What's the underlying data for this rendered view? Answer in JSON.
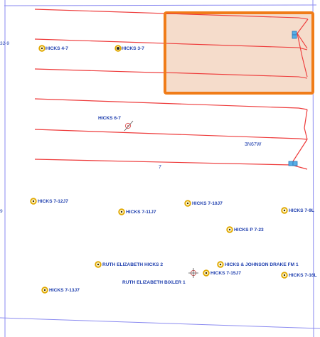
{
  "map": {
    "colors": {
      "section_line": "#8a8af0",
      "lateral": "#ee3b3b",
      "well_ring": "#e0a800",
      "label": "#1f3fae",
      "highlight_border": "#f07c18",
      "highlight_fill": "#f3d6c2"
    },
    "edge_labels": {
      "left_top": "32-9",
      "left_mid": "9"
    },
    "tract_labels": {
      "township": "3N67W",
      "section": "7"
    },
    "well_labels": {
      "hicks_4_7": "HICKS 4-7",
      "hicks_3_7": "HICKS 3-7",
      "hicks_6_7": "HICKS 6-7",
      "hicks_7_12j7": "HICKS 7-12J7",
      "hicks_7_11j7": "HICKS 7-11J7",
      "hicks_7_10j7": "HICKS 7-10J7",
      "hicks_7_9l": "HICKS 7-9L",
      "hicks_p_7_23": "HICKS P 7-23",
      "ruth_elizabeth_hicks_2": "RUTH ELIZABETH HICKS 2",
      "hicks_johnson_drake": "HICKS & JOHNSON DRAKE FM 1",
      "hicks_7_15j7": "HICKS 7-15J7",
      "hicks_7_16l": "HICKS 7-16L",
      "ruth_elizabeth_bixler_1": "RUTH ELIZABETH BIXLER 1",
      "hicks_7_13j7": "HICKS 7-13J7"
    },
    "highlight": {
      "shape": "rectangle",
      "style": "orange outline with translucent fill"
    }
  }
}
